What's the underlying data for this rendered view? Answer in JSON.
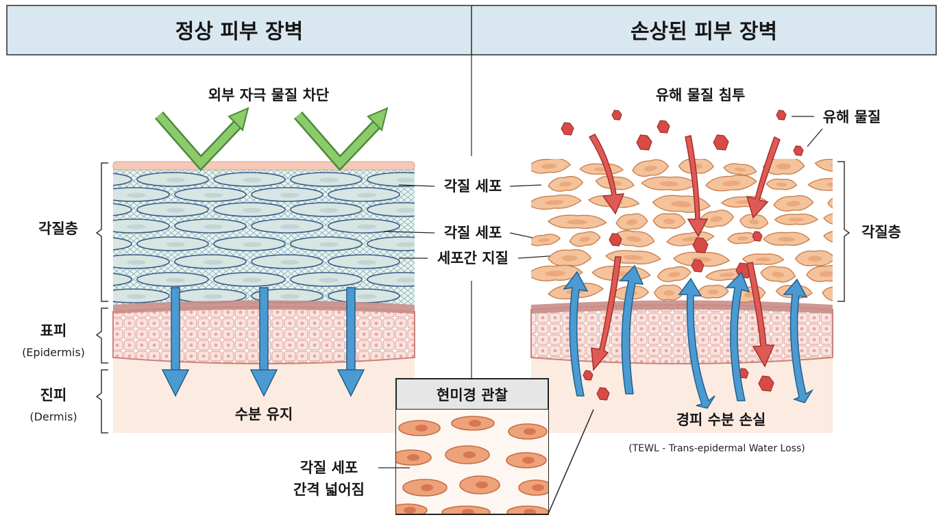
{
  "headers": {
    "normal": "정상 피부 장벽",
    "damaged": "손상된 피부 장벽"
  },
  "normal": {
    "barrier_text": "외부 자극 물질 차단",
    "stratum_corneum": "각질층",
    "epidermis": "표피",
    "epidermis_en": "(Epidermis)",
    "dermis": "진피",
    "dermis_en": "(Dermis)",
    "moisture": "수분 유지"
  },
  "center": {
    "corneocyte_1": "각질 세포",
    "corneocyte_2": "각질 세포",
    "intercellular_matrix": "세포간 지질"
  },
  "damaged": {
    "penetration": "유해 물질 침투",
    "harmful_substance": "유해 물질",
    "stratum_corneum": "각질층",
    "tewl": "경피 수분 손실",
    "tewl_en": "(TEWL - Trans-epidermal Water Loss)"
  },
  "microscope": {
    "title": "현미경 관찰",
    "caption_line1": "각질 세포",
    "caption_line2": "간격 넓어짐"
  },
  "colors": {
    "header_bg": "#d9e7f1",
    "barrier_arrow": "#7dbb5e",
    "moisture_arrow": "#3a8cc4",
    "harmful_arrow": "#d9534f",
    "corneocyte_normal": "#dce9e6",
    "corneocyte_damaged": "#f2c49c",
    "epidermis": "#f6d6d0",
    "dermis": "#fcebe0"
  }
}
